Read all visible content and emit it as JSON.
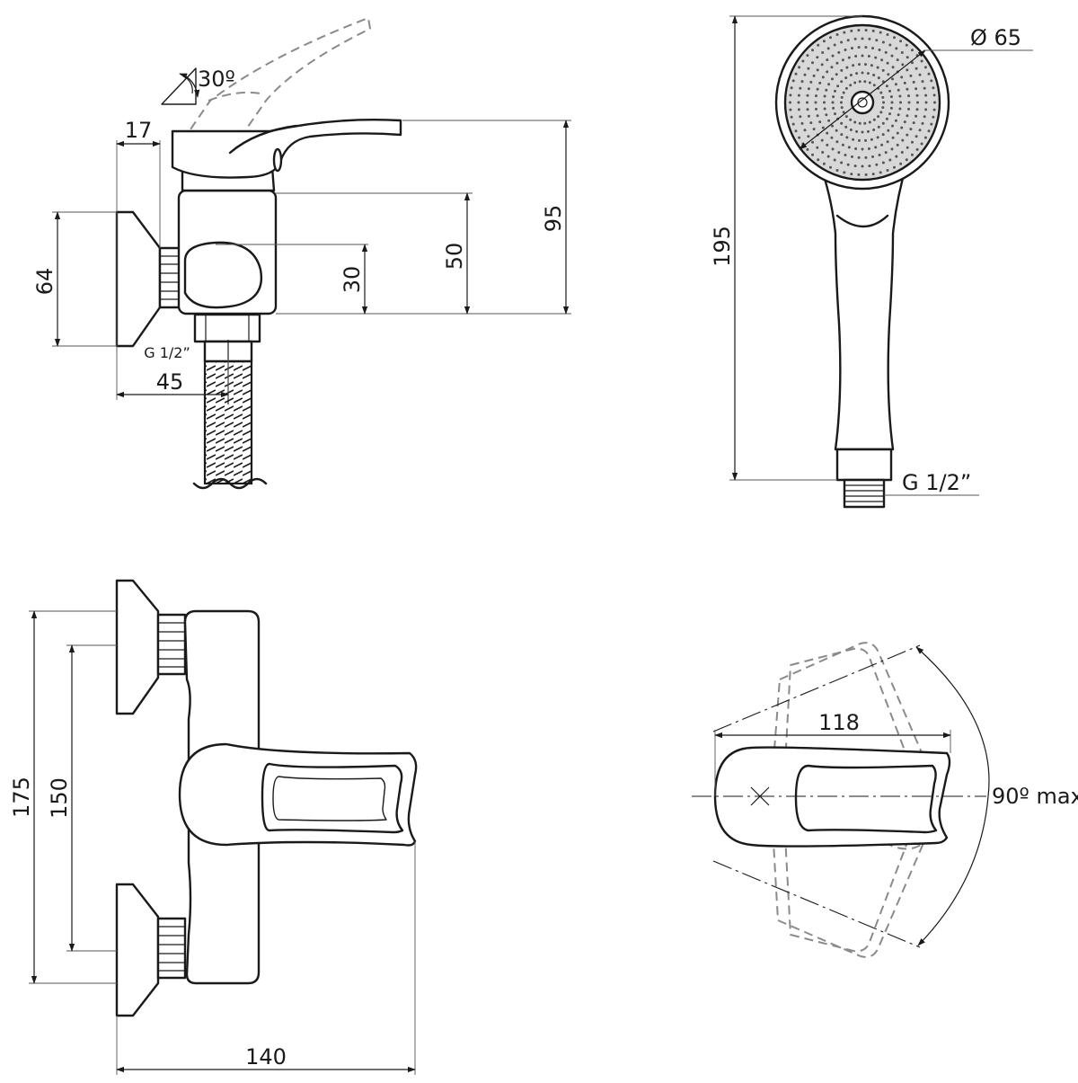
{
  "side_view": {
    "angle_label": "30º",
    "dim_flange": "17",
    "dim_height_total": "95",
    "dim_body": "50",
    "dim_outlet": "30",
    "dim_flange_diameter": "64",
    "thread_label": "G 1/2”",
    "dim_depth": "45"
  },
  "hand_shower": {
    "dim_head": "Ø 65",
    "dim_length": "195",
    "thread_label": "G 1/2”"
  },
  "front_view": {
    "dim_outer": "175",
    "dim_inner": "150",
    "dim_width": "140"
  },
  "handle_top_view": {
    "dim_length": "118",
    "rotation_label": "90º max"
  }
}
